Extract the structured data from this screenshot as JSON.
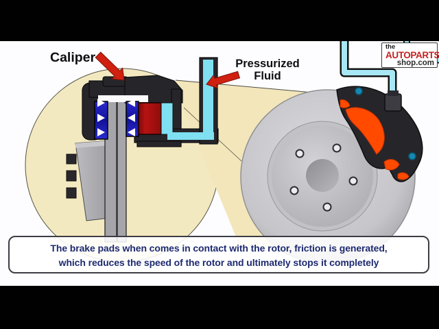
{
  "annotations": {
    "caliper_label": "Caliper",
    "fluid_label_line1": "Pressurized",
    "fluid_label_line2": "Fluid"
  },
  "logo": {
    "line1": "the",
    "line2": "AUTOPARTS",
    "line3": "shop.com"
  },
  "caption": {
    "line1": "The brake pads when comes in contact with the rotor, friction is generated,",
    "line2": "which reduces the speed of the rotor and ultimately stops it completely"
  },
  "icons": {
    "caliper_arrow": "red-arrow-pointing-down-right",
    "fluid_arrow": "red-arrow-pointing-left",
    "pad_arrows": "white-arrows-pressing-inward"
  },
  "colors": {
    "annotation_red": "#cf2010",
    "logo_red": "#c32222",
    "caption_navy": "#1d2a70",
    "fluid_cyan": "#7fe0f2",
    "fluid_cyan_light": "#a8e8f4",
    "pad_blue": "#1c1cb8",
    "piston_red": "#b01010",
    "caliper_dark": "#26262a",
    "pad_orange": "#ff4a00",
    "bolt_teal": "#1688b0",
    "zoom_cream": "#f3e9c0",
    "rotor_gray": "#c4c4c8"
  }
}
